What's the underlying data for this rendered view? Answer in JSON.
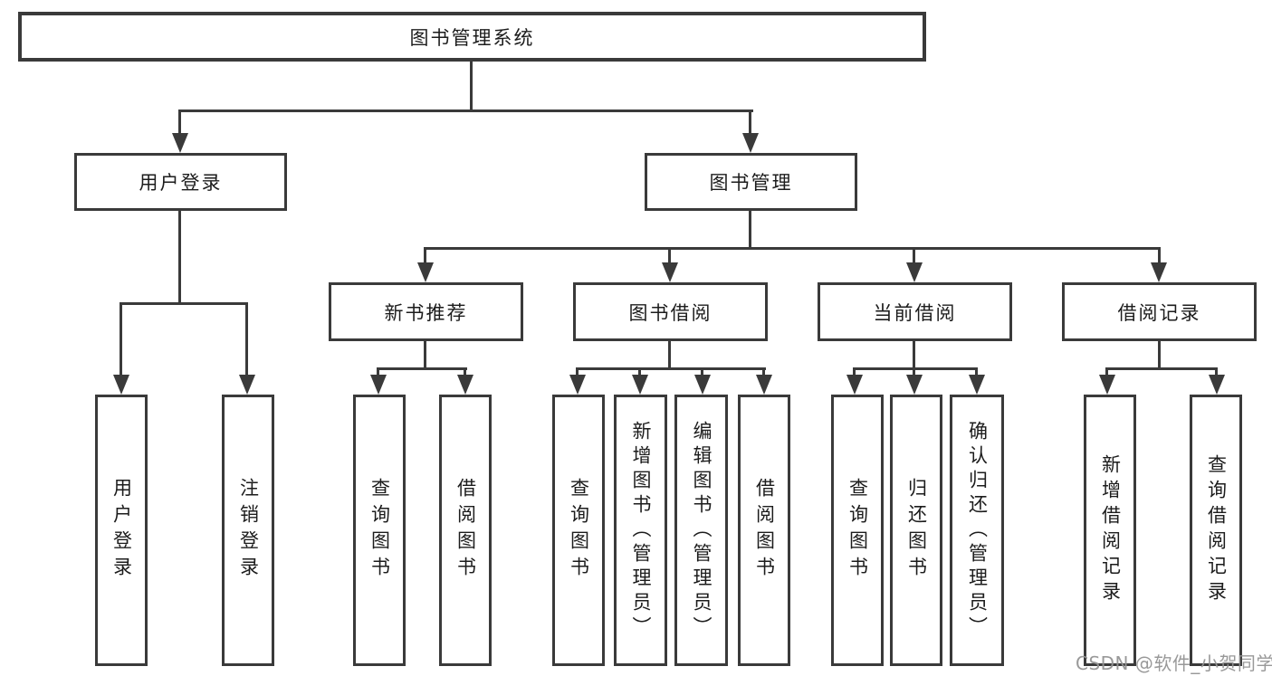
{
  "diagram": {
    "tree": {
      "label": "图书管理系统",
      "children": [
        {
          "label": "用户登录",
          "children": [
            {
              "label": "用户登录"
            },
            {
              "label": "注销登录"
            }
          ]
        },
        {
          "label": "图书管理",
          "children": [
            {
              "label": "新书推荐",
              "children": [
                {
                  "label": "查询图书"
                },
                {
                  "label": "借阅图书"
                }
              ]
            },
            {
              "label": "图书借阅",
              "children": [
                {
                  "label": "查询图书"
                },
                {
                  "label": "新增图书（管理员）"
                },
                {
                  "label": "编辑图书（管理员）"
                },
                {
                  "label": "借阅图书"
                }
              ]
            },
            {
              "label": "当前借阅",
              "children": [
                {
                  "label": "查询图书"
                },
                {
                  "label": "归还图书"
                },
                {
                  "label": "确认归还（管理员）"
                }
              ]
            },
            {
              "label": "借阅记录",
              "children": [
                {
                  "label": "新增借阅记录"
                },
                {
                  "label": "查询借阅记录"
                }
              ]
            }
          ]
        }
      ]
    },
    "watermark": "CSDN @软件_小贺同学",
    "colors": {
      "line": "#3a3a3a",
      "text": "#1c1c1c",
      "watermark": "#949494",
      "background": "#ffffff"
    }
  }
}
